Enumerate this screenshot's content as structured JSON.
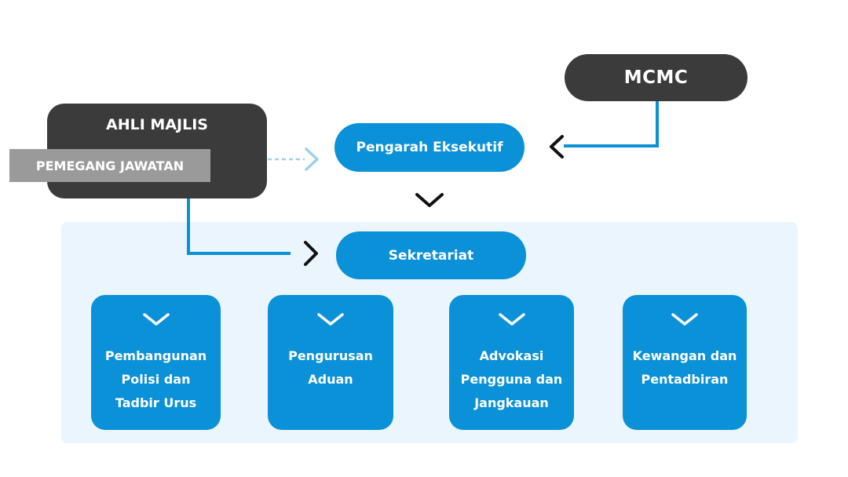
{
  "nodes": {
    "mcmc": "MCMC",
    "council_title": "AHLI MAJLIS",
    "council_subtitle": "PEMEGANG JAWATAN",
    "executive": "Pengarah Eksekutif",
    "secretariat": "Sekretariat"
  },
  "units": [
    {
      "lines": [
        "Pembangunan",
        "Polisi dan",
        "Tadbir Urus"
      ]
    },
    {
      "lines": [
        "Pengurusan",
        "Aduan"
      ]
    },
    {
      "lines": [
        "Advokasi",
        "Pengguna dan",
        "Jangkauan"
      ]
    },
    {
      "lines": [
        "Kewangan dan",
        "Pentadbiran"
      ]
    }
  ],
  "colors": {
    "primary_blue": "#0b91d7",
    "dark_node": "#3b3b3b",
    "grey_band": "#9a9a9a",
    "panel_background": "#eaf5fd",
    "dashed_link": "#9fd0ec",
    "chevron": "#111111"
  }
}
